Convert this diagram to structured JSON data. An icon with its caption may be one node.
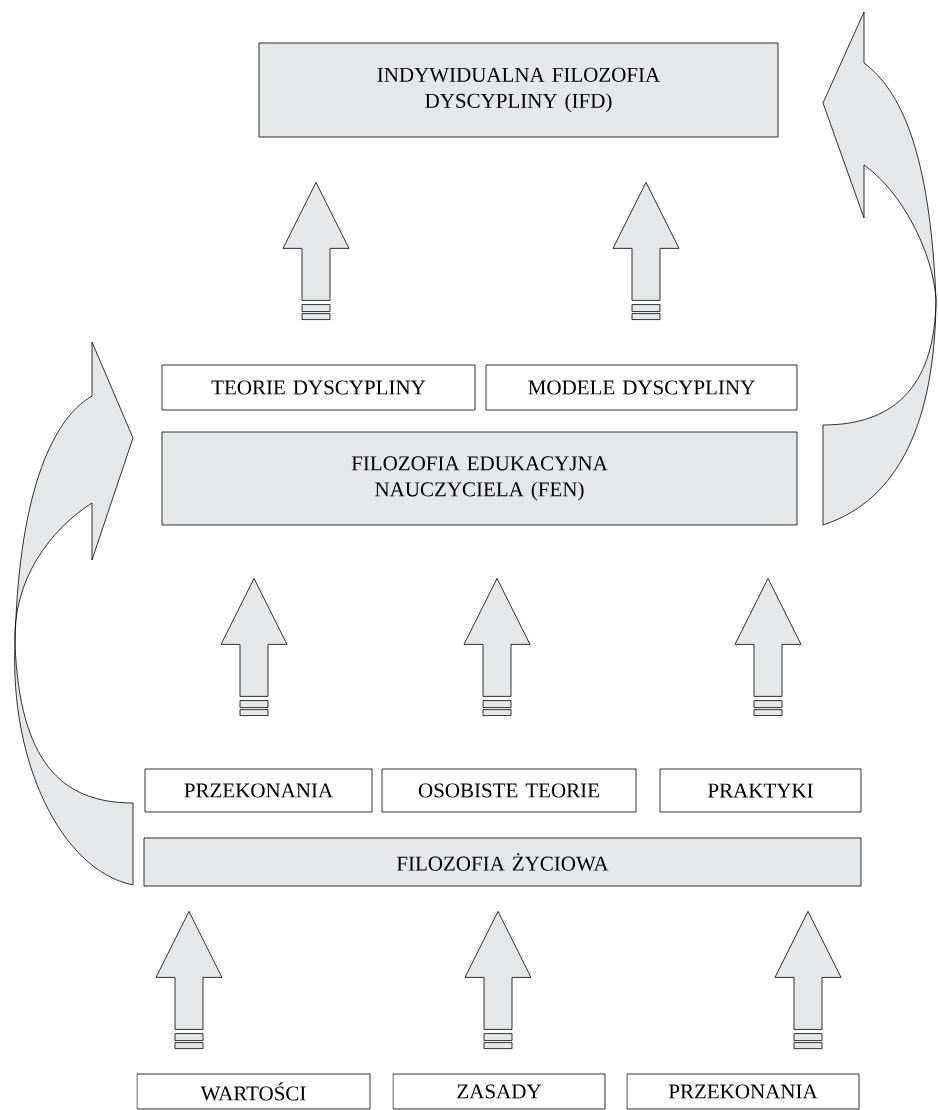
{
  "diagram": {
    "nodes": [
      {
        "text": [
          "INDYWIDUALNA FILOZOFIA DYSCYPLINY (IFD)"
        ]
      },
      {
        "text": [
          "TEORIE DYSCYPLINY"
        ]
      },
      {
        "text": [
          "MODELE DYSCYPLINY"
        ]
      },
      {
        "text": [
          "FILOZOFIA EDUKACYJNA NAUCZYCIELA (FEN)"
        ]
      },
      {
        "text": [
          "PRZEKONANIA"
        ]
      },
      {
        "text": [
          "OSOBISTE TEORIE"
        ]
      },
      {
        "text": [
          "PRAKTYKI"
        ]
      },
      {
        "text": [
          "FILOZOFIA ŻYCIOWA"
        ]
      },
      {
        "text": [
          "WARTOŚCI"
        ]
      },
      {
        "text": [
          "ZASADY"
        ]
      },
      {
        "text": [
          "PRZEKONANIA"
        ]
      }
    ],
    "edges": [
      {
        "from": 1,
        "to": 0,
        "arrow": "to",
        "style": "thick"
      },
      {
        "from": 2,
        "to": 0,
        "arrow": "to",
        "style": "thick"
      },
      {
        "from": 4,
        "to": 3,
        "arrow": "to",
        "style": "thick"
      },
      {
        "from": 5,
        "to": 3,
        "arrow": "to",
        "style": "thick"
      },
      {
        "from": 6,
        "to": 3,
        "arrow": "to",
        "style": "thick"
      },
      {
        "from": 8,
        "to": 7,
        "arrow": "to",
        "style": "thick"
      },
      {
        "from": 9,
        "to": 7,
        "arrow": "to",
        "style": "thick"
      },
      {
        "from": 10,
        "to": 7,
        "arrow": "to",
        "style": "thick"
      },
      {
        "from": 7,
        "to": 3,
        "arrow": "to",
        "style": "thick"
      },
      {
        "from": 3,
        "to": 0,
        "arrow": "to",
        "style": "thick"
      }
    ]
  }
}
